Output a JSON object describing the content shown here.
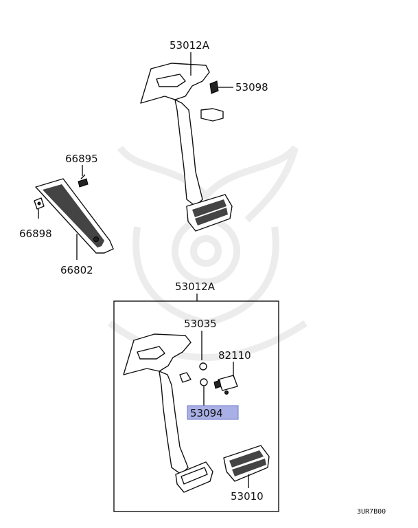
{
  "parts": {
    "top_pedal_assembly": "53012A",
    "stop_lamp_bolt_top": "53098",
    "pad_screw": "66895",
    "pad_clip": "66898",
    "accelerator_pad": "66802",
    "bottom_pedal_assembly": "53012A",
    "bushing": "53035",
    "stop_lamp_switch": "82110",
    "washer": "53094",
    "pedal_pad": "53010"
  },
  "highlighted_part": "53094",
  "highlight_color": "#a9b0e6",
  "diagram_code": "3UR7B00",
  "watermark": "samurai-helmet-watermark"
}
